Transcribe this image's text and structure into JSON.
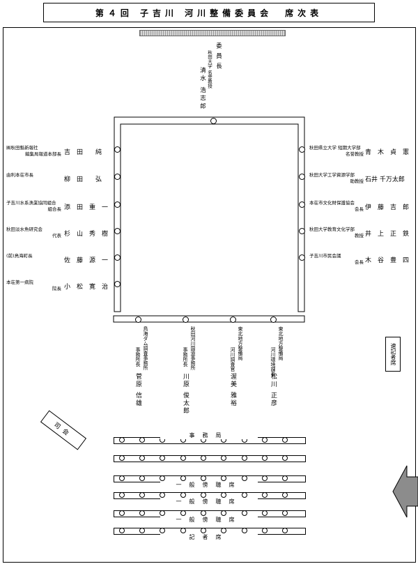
{
  "title": "第４回 子吉川 河川整備委員会　席次表",
  "chair": {
    "role": "委員長",
    "affiliation": "秋田大学 名誉教授",
    "name": "清水 浩志郎"
  },
  "left_members": [
    {
      "affil1": "㈱秋田魁新報社",
      "affil2": "編集局報道本部長",
      "name": "吉　田　　純"
    },
    {
      "affil1": "由利本荘市長",
      "affil2": "",
      "name": "柳　田　　弘"
    },
    {
      "affil1": "子吉川水系漁業協同組合",
      "affil2": "組合長",
      "name": "添　田　重　一"
    },
    {
      "affil1": "秋田淡水魚研究会",
      "affil2": "代表",
      "name": "杉　山　秀　樹"
    },
    {
      "affil1": "(前)鳥海町長",
      "affil2": "",
      "name": "佐　藤　源　一"
    },
    {
      "affil1": "本荘第一病院",
      "affil2": "院長",
      "name": "小　松　寛　治"
    }
  ],
  "right_members": [
    {
      "affil1": "秋田県立大学 短期大学部",
      "affil2": "名誉教授",
      "name": "青　木　貞　憲"
    },
    {
      "affil1": "秋田大学工学資源学部",
      "affil2": "助教授",
      "name": "石井 千万太郎"
    },
    {
      "affil1": "本荘市文化財保護協会",
      "affil2": "会長",
      "name": "伊　藤　吉　郎"
    },
    {
      "affil1": "秋田大学教育文化学部",
      "affil2": "教授",
      "name": "井　上　正　鉄"
    },
    {
      "affil1": "子吉川市民会議",
      "affil2": "会長",
      "name": "木　谷　豊　四"
    }
  ],
  "bottom_members": [
    {
      "org": "鳥海ダム調査事務所",
      "title": "事務所長",
      "name": "菅原 信雄"
    },
    {
      "org": "秋田河川国道事務所",
      "title": "事務所長",
      "name": "川原 俊太郎"
    },
    {
      "org": "東北地方整備局",
      "title": "河川調査官",
      "name": "渥美 雅裕"
    },
    {
      "org": "東北地方整備局",
      "title": "河川環境課長",
      "name": "松川 正彦"
    }
  ],
  "press_seat": "速記者席",
  "moderator": "司会",
  "rows": [
    {
      "label": "事務局"
    },
    {
      "label": ""
    },
    {
      "label": "一般傍聴席"
    },
    {
      "label": "一般傍聴席"
    },
    {
      "label": "一般傍聴席"
    },
    {
      "label": "記者席"
    }
  ],
  "colors": {
    "line": "#000000",
    "screen": "#bfbfbf",
    "arrow": "#8c8c8c"
  }
}
